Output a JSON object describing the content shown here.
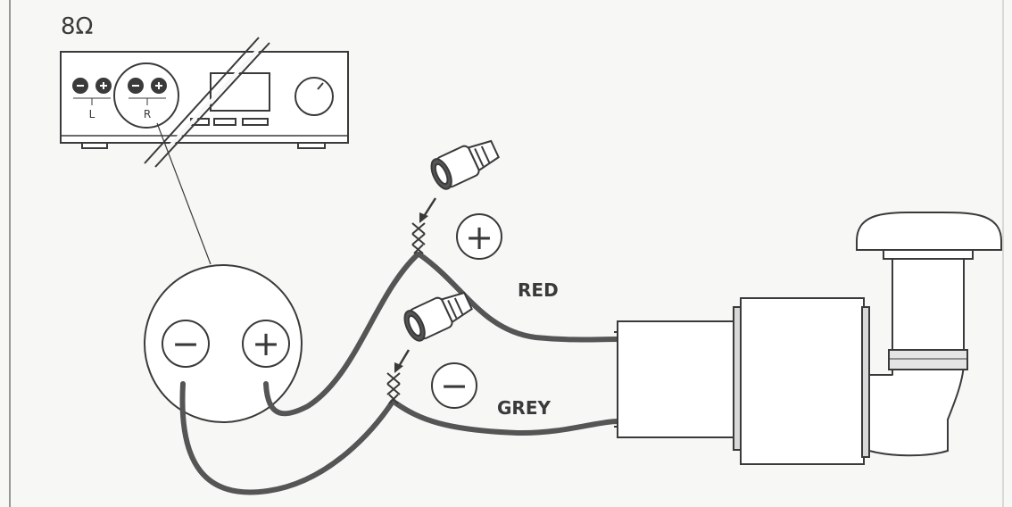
{
  "impedance_label": "8Ω",
  "amplifier": {
    "left_channel_label": "L",
    "right_channel_label": "R"
  },
  "terminal_symbols": {
    "positive": "+",
    "negative": "−"
  },
  "wires": {
    "positive_wire_label": "RED",
    "negative_wire_label": "GREY"
  },
  "colors": {
    "line": "#3a3a3a",
    "wire": "#555555",
    "background": "#f7f7f5"
  }
}
